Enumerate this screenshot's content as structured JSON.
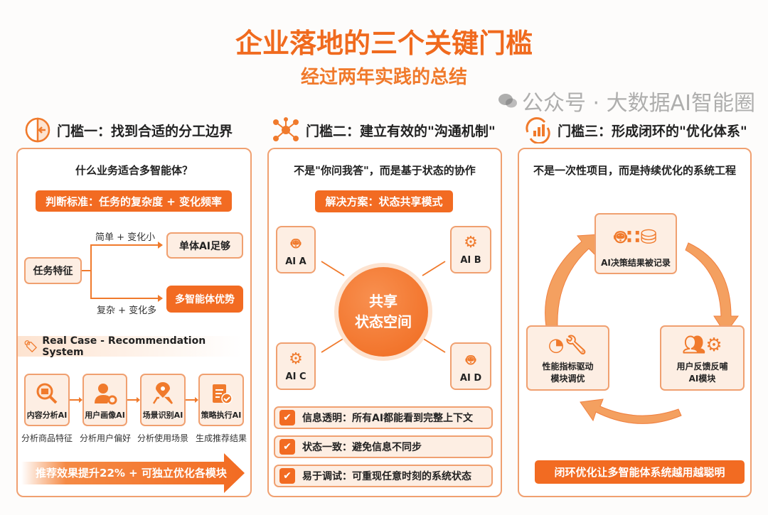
{
  "header": {
    "title": "企业落地的三个关键门槛",
    "subtitle": "经过两年实践的总结"
  },
  "colors": {
    "accent": "#f26b22",
    "border": "#f0a070",
    "light": "#fdeee3"
  },
  "threshold1": {
    "heading": "门槛一：找到合适的分工边界",
    "question": "什么业务适合多智能体？",
    "criteria": "判断标准：任务的复杂度 + 变化频率",
    "root": "任务特征",
    "branch_top_label": "简单 + 变化小",
    "branch_top_result": "单体AI足够",
    "branch_bottom_label": "复杂 + 变化多",
    "branch_bottom_result": "多智能体优势",
    "case_title": "Real Case - Recommendation System",
    "agents": [
      {
        "name": "内容分析AI",
        "desc": "分析商品特征",
        "icon": "search-box-icon"
      },
      {
        "name": "用户画像AI",
        "desc": "分析用户偏好",
        "icon": "user-gear-icon"
      },
      {
        "name": "场景识别AI",
        "desc": "分析使用场景",
        "icon": "map-pin-icon"
      },
      {
        "name": "策略执行AI",
        "desc": "生成推荐结果",
        "icon": "clipboard-check-icon"
      }
    ],
    "result": "推荐效果提升22% + 可独立优化各模块"
  },
  "threshold2": {
    "heading": "门槛二：建立有效的\"沟通机制\"",
    "subtitle": "不是\"你问我答\"，而是基于状态的协作",
    "solution": "解决方案：状态共享模式",
    "center_line1": "共享",
    "center_line2": "状态空间",
    "agents": [
      "AI A",
      "AI B",
      "AI C",
      "AI D"
    ],
    "points": [
      "信息透明：所有AI都能看到完整上下文",
      "状态一致：避免信息不同步",
      "易于调试：可重现任意时刻的系统状态"
    ]
  },
  "threshold3": {
    "heading": "门槛三：形成闭环的\"优化体系\"",
    "subtitle": "不是一次性项目，而是持续优化的系统工程",
    "steps": [
      "AI决策结果被记录",
      "用户反馈反哺AI模块",
      "性能指标驱动模块调优"
    ],
    "steps_lines": [
      [
        "AI决策结果被记录"
      ],
      [
        "用户反馈反哺",
        "AI模块"
      ],
      [
        "性能指标驱动",
        "模块调优"
      ]
    ],
    "conclusion": "闭环优化让多智能体系统越用越聪明"
  },
  "watermark": "公众号 · 大数据AI智能圈"
}
